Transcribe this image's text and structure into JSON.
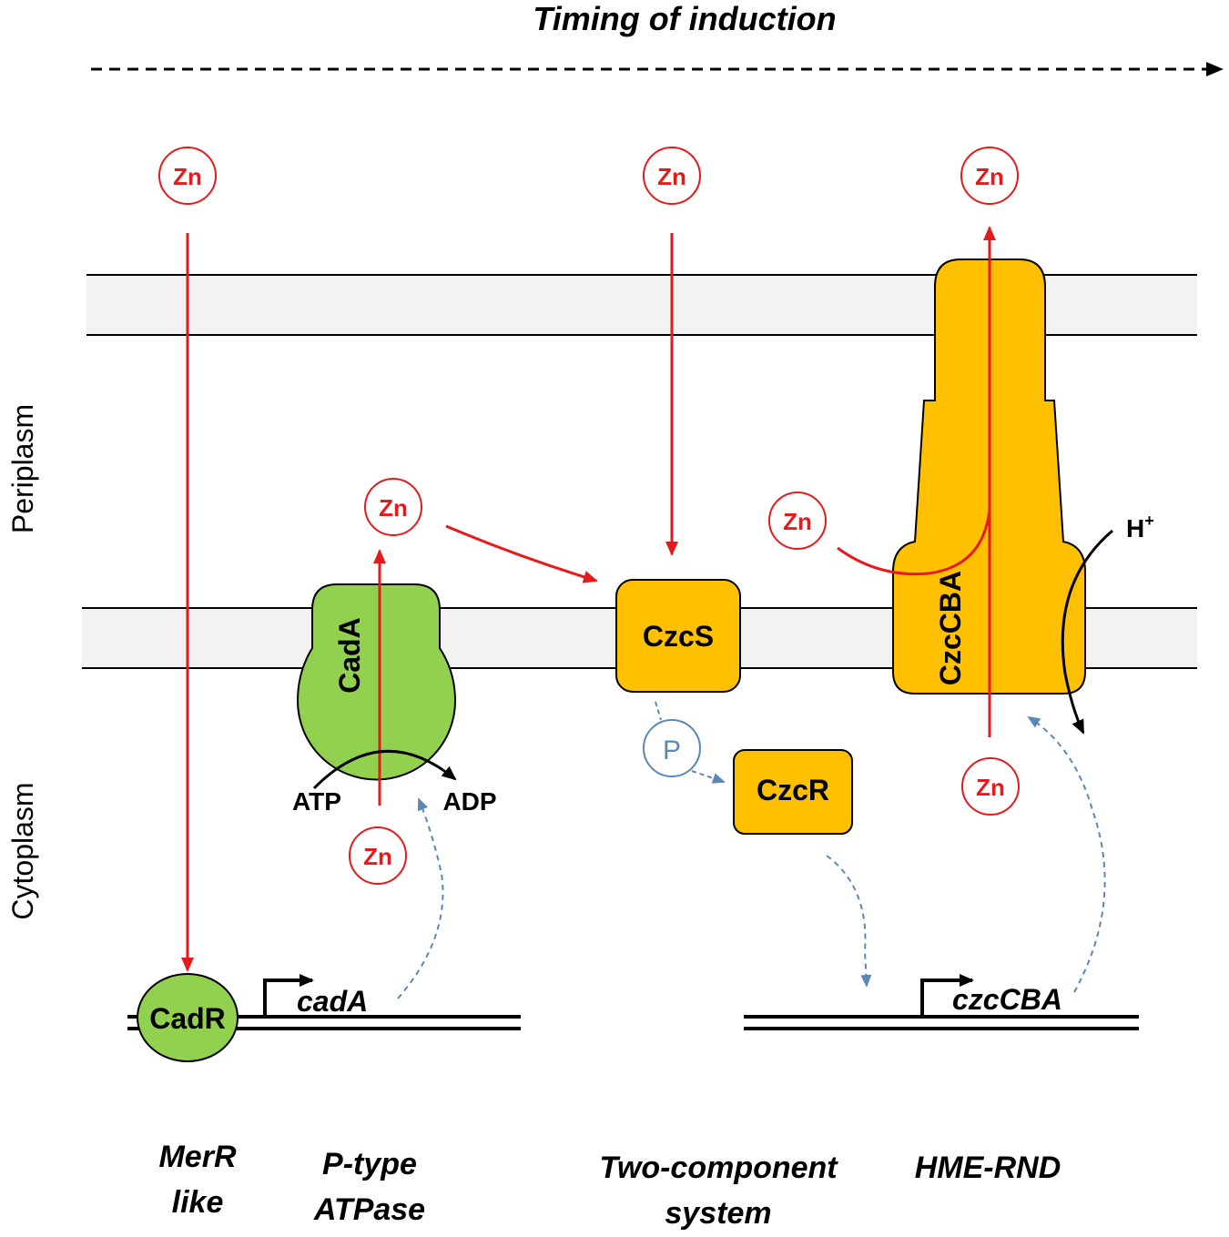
{
  "title": "Timing of induction",
  "compartments": {
    "periplasm": "Periplasm",
    "cytoplasm": "Cytoplasm"
  },
  "zinc_label": "Zn",
  "phosphate_label": "P",
  "proteins": {
    "cadA": "CadA",
    "czcS": "CzcS",
    "czcR": "CzcR",
    "czcCBA": "CzcCBA",
    "cadR": "CadR"
  },
  "energy": {
    "atp": "ATP",
    "adp": "ADP",
    "proton": "H",
    "proton_charge": "+"
  },
  "genes": {
    "cadA": "cadA",
    "czcCBA": "czcCBA"
  },
  "systems": {
    "merr_line1": "MerR",
    "merr_line2": "like",
    "ptype_line1": "P-type",
    "ptype_line2": "ATPase",
    "twocomp_line1": "Two-component",
    "twocomp_line2": "system",
    "hme_rnd": "HME-RND"
  },
  "colors": {
    "zinc": "#e41a1c",
    "green_protein": "#92d050",
    "orange_protein": "#ffc000",
    "membrane": "#f2f2f2",
    "signal_blue": "#5b87b5"
  }
}
